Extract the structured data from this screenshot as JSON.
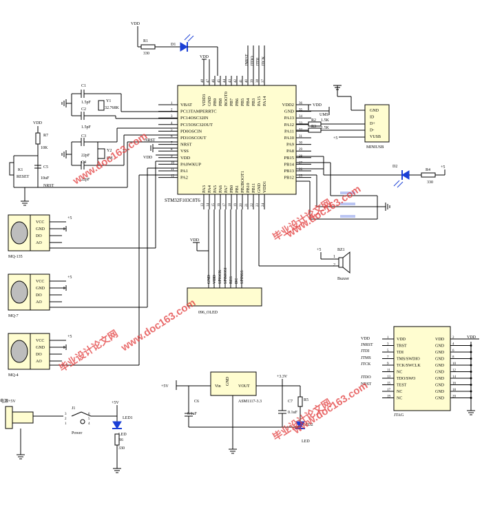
{
  "mcu": {
    "part": "STM32F103C8T6",
    "pins_left": [
      {
        "num": "1",
        "label": "VBAT"
      },
      {
        "num": "2",
        "label": "PC13TAMPERRTC"
      },
      {
        "num": "3",
        "label": "PC14OSC32IN"
      },
      {
        "num": "4",
        "label": "PC15OSC32OUT"
      },
      {
        "num": "5",
        "label": "PD0OSCIN"
      },
      {
        "num": "6",
        "label": "PD1OSCOUT"
      },
      {
        "num": "7",
        "label": "NRST"
      },
      {
        "num": "8",
        "label": "VSS"
      },
      {
        "num": "9",
        "label": "VDD"
      },
      {
        "num": "10",
        "label": "PA0WKUP"
      },
      {
        "num": "11",
        "label": "PA1"
      },
      {
        "num": "12",
        "label": "PA2"
      }
    ],
    "pins_right": [
      {
        "num": "36",
        "label": "VDD2"
      },
      {
        "num": "35",
        "label": "GND"
      },
      {
        "num": "34",
        "label": "PA13"
      },
      {
        "num": "33",
        "label": "PA12"
      },
      {
        "num": "32",
        "label": "PA11"
      },
      {
        "num": "31",
        "label": "PA10"
      },
      {
        "num": "30",
        "label": "PA9"
      },
      {
        "num": "29",
        "label": "PA8"
      },
      {
        "num": "28",
        "label": "PB15"
      },
      {
        "num": "27",
        "label": "PB14"
      },
      {
        "num": "26",
        "label": "PB13"
      },
      {
        "num": "25",
        "label": "PB12"
      }
    ],
    "pins_top": [
      {
        "num": "48",
        "label": "VDD3"
      },
      {
        "num": "47",
        "label": "GND"
      },
      {
        "num": "46",
        "label": "PB9"
      },
      {
        "num": "45",
        "label": "PB8"
      },
      {
        "num": "44",
        "label": "BOOT0"
      },
      {
        "num": "43",
        "label": "PB7"
      },
      {
        "num": "42",
        "label": "PB6"
      },
      {
        "num": "41",
        "label": "PB5"
      },
      {
        "num": "40",
        "label": "PB4"
      },
      {
        "num": "39",
        "label": "PB3"
      },
      {
        "num": "38",
        "label": "PA15"
      },
      {
        "num": "37",
        "label": "PA14"
      }
    ],
    "pins_bottom": [
      {
        "num": "13",
        "label": "PA3"
      },
      {
        "num": "14",
        "label": "PA4"
      },
      {
        "num": "15",
        "label": "PA5"
      },
      {
        "num": "16",
        "label": "PA6"
      },
      {
        "num": "17",
        "label": "PA7"
      },
      {
        "num": "18",
        "label": "PB0"
      },
      {
        "num": "19",
        "label": "PB1"
      },
      {
        "num": "20",
        "label": "PB2BOOT1"
      },
      {
        "num": "21",
        "label": "PB10"
      },
      {
        "num": "22",
        "label": "PB11"
      },
      {
        "num": "23",
        "label": "GND"
      },
      {
        "num": "24",
        "label": "VDD1"
      }
    ],
    "top_nets": [
      "JNRST",
      "JTDO",
      "JTDI",
      "JTCK"
    ]
  },
  "texts": {
    "vdd": "VDD",
    "r1": "R1",
    "r1_val": "330",
    "d1": "D1",
    "c1": "C1",
    "c1_val": "1.5pF",
    "c2": "C2",
    "c2_val": "1.5pF",
    "y1": "Y1",
    "y1_val": "32.768K",
    "c3": "C3",
    "c3_val": "22pF",
    "c4": "C4",
    "c4_val": "22pF",
    "y2": "Y2",
    "y2_val": "8M",
    "r7": "R7",
    "r7_val": "10K",
    "k1": "K1",
    "k1_val": "RESET",
    "c5": "C5",
    "c5_val": "10uF",
    "nrst": "NRST",
    "nrst_mcu": "NRST",
    "vdd_mcu": "VDD",
    "vdd_usb": "VDD",
    "r2": "R2",
    "r2_val": "1.5K",
    "r3": "R3",
    "r3_val": "1.5K",
    "ums": "UMS",
    "usb": {
      "name": "MINIUSB",
      "pins": [
        "GND",
        "ID",
        "D+",
        "D-",
        "VUSB"
      ],
      "plus5": "+5"
    },
    "d2": "D2",
    "r4": "R4",
    "r4_val": "330",
    "plus5": "+5",
    "vdd_bottom": "VDD",
    "sensors": [
      {
        "name": "MQ-135",
        "pins": [
          "VCC",
          "GND",
          "DO",
          "AO"
        ]
      },
      {
        "name": "MQ-7",
        "pins": [
          "VCC",
          "GND",
          "DO",
          "AO"
        ]
      },
      {
        "name": "MQ-4",
        "pins": [
          "VCC",
          "GND",
          "DO",
          "AO"
        ]
      }
    ],
    "oled": {
      "name": "096_OLED",
      "vdd": "VDD",
      "pins": [
        "GND",
        "VDD",
        "SPISCK",
        "SPIMOSI",
        "RES",
        "DC",
        "SPINSS"
      ]
    },
    "buzzer": {
      "ref": "BZ1",
      "name": "Buzzer",
      "plus5": "+5",
      "p1": "1",
      "p2": "2"
    },
    "jtag": {
      "name": "JTAG",
      "vdd": "VDD",
      "left": [
        "VDD",
        "JNRST",
        "JTDI",
        "JTMS",
        "JTCK",
        "",
        "JTDO",
        "NRST"
      ],
      "pin_left": [
        "1",
        "3",
        "5",
        "7",
        "9",
        "11",
        "13",
        "15",
        "17",
        "19"
      ],
      "pin_right": [
        "2",
        "4",
        "6",
        "8",
        "10",
        "12",
        "14",
        "16",
        "18",
        "20"
      ],
      "inside_left": [
        "VDD",
        "TRST",
        "TDI",
        "TMS/SWDIO",
        "TCK/SWCLK",
        "NC",
        "TDO/SWO",
        "TEST",
        "NC",
        "NC"
      ],
      "inside_right": [
        "VDD",
        "GND",
        "GND",
        "GND",
        "GND",
        "GND",
        "GND",
        "GND",
        "GND",
        "GND"
      ]
    },
    "power": {
      "supply": "电源+5V",
      "j1": "J1",
      "sw": "Power",
      "led1": "LED1",
      "led1_txt": "LED",
      "r6": "R6",
      "r6_val": "330",
      "plus5": "+5V",
      "sw_nums": [
        "3",
        "6",
        "2",
        "5",
        "1",
        "4"
      ]
    },
    "reg": {
      "vin": "Vin",
      "gnd": "GND",
      "vout": "VOUT",
      "name": "ASM1117-3.3",
      "plus5": "+5V",
      "plus33": "+3.3V",
      "c6": "C6",
      "c6_val": "0.1uF",
      "c7": "C7",
      "c7_val": "0.1uF",
      "r5": "R5",
      "led2": "LED2",
      "led2_txt": "LED"
    },
    "watermark": "www.doc163.com",
    "watermark2": "毕业设计论文网"
  }
}
